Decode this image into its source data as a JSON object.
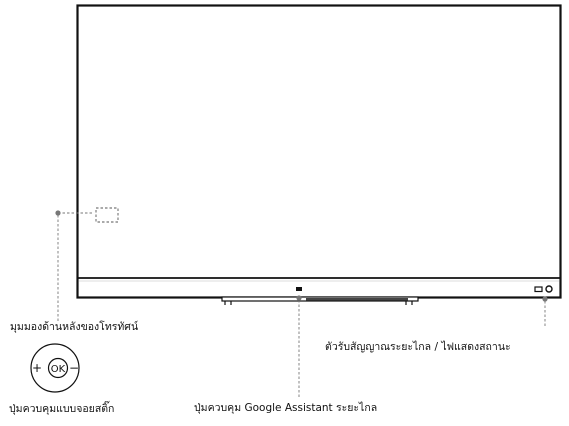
{
  "labels": {
    "back_view": "มุมมองด้านหลังของโทรทัศน์",
    "remote_receiver": "ตัวรับสัญญาณระยะไกล / ไฟแสดงสถานะ",
    "joystick": "ปุ่มควบคุมแบบจอยสติ๊ก",
    "google_assistant": "ปุ่มควบคุม Google Assistant ระยะไกล"
  },
  "joystick": {
    "plus": "+",
    "ok": "OK",
    "minus": "−"
  }
}
